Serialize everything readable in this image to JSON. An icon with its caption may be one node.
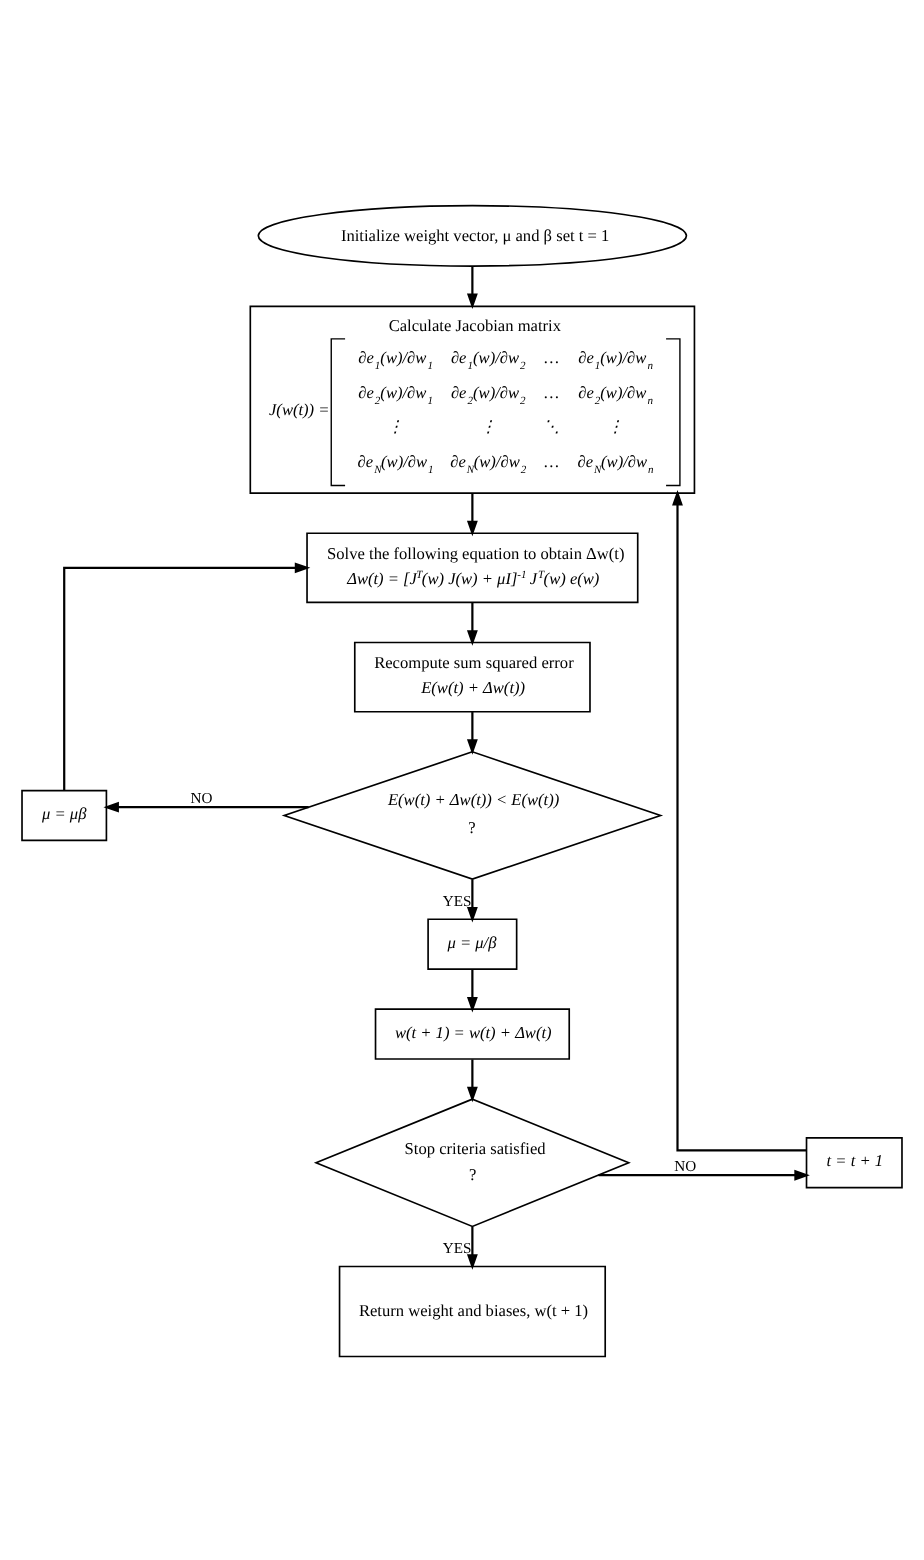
{
  "diagram": {
    "nodes": [
      {
        "text": [
          "Initialize weight vector, μ and β set t = 1"
        ]
      },
      {
        "text": [
          "Calculate Jacobian matrix",
          "J(w(t)) =",
          "∂e$_{1}$(w)/∂w$_{1}$",
          "∂e$_{1}$(w)/∂w$_{2}$",
          "…",
          "∂e$_{1}$(w)/∂w$_{n}$",
          "∂e$_{2}$(w)/∂w$_{1}$",
          "∂e$_{2}$(w)/∂w$_{2}$",
          "…",
          "∂e$_{2}$(w)/∂w$_{n}$",
          "⋮",
          "⋮",
          "⋱",
          "⋮",
          "∂e$_{N}$(w)/∂w$_{1}$",
          "∂e$_{N}$(w)/∂w$_{2}$",
          "…",
          "∂e$_{N}$(w)/∂w$_{n}$"
        ]
      },
      {
        "text": [
          "Solve the following equation to obtain Δw(t)",
          "Δw(t) = [J$^{T}$(w) J(w) + μI]$^{-1}$ J$^{T}$(w) e(w)"
        ]
      },
      {
        "text": [
          "Recompute sum squared error",
          "E(w(t) + Δw(t))"
        ]
      },
      {
        "text": [
          "E(w(t) + Δw(t)) < E(w(t))",
          "?"
        ]
      },
      {
        "text": [
          "μ = μβ"
        ]
      },
      {
        "text": [
          "μ = μ/β"
        ]
      },
      {
        "text": [
          "w(t + 1) = w(t) + Δw(t)"
        ]
      },
      {
        "text": [
          "Stop criteria satisfied",
          "?"
        ]
      },
      {
        "text": [
          "t = t + 1"
        ]
      },
      {
        "text": [
          "Return weight and biases, w(t + 1)"
        ]
      }
    ],
    "edges": [
      {
        "from": 0,
        "to": 1,
        "arrow": "to"
      },
      {
        "from": 1,
        "to": 2,
        "arrow": "to"
      },
      {
        "from": 2,
        "to": 3,
        "arrow": "to"
      },
      {
        "from": 3,
        "to": 4,
        "arrow": "to"
      },
      {
        "from": 4,
        "to": 5,
        "arrow": "to",
        "label": "NO"
      },
      {
        "from": 5,
        "to": 2,
        "arrow": "to"
      },
      {
        "from": 4,
        "to": 6,
        "arrow": "to",
        "label": "YES"
      },
      {
        "from": 6,
        "to": 7,
        "arrow": "to"
      },
      {
        "from": 7,
        "to": 8,
        "arrow": "to"
      },
      {
        "from": 8,
        "to": 9,
        "arrow": "to",
        "label": "NO"
      },
      {
        "from": 9,
        "to": 1,
        "arrow": "to"
      },
      {
        "from": 8,
        "to": 10,
        "arrow": "to",
        "label": "YES"
      }
    ]
  }
}
